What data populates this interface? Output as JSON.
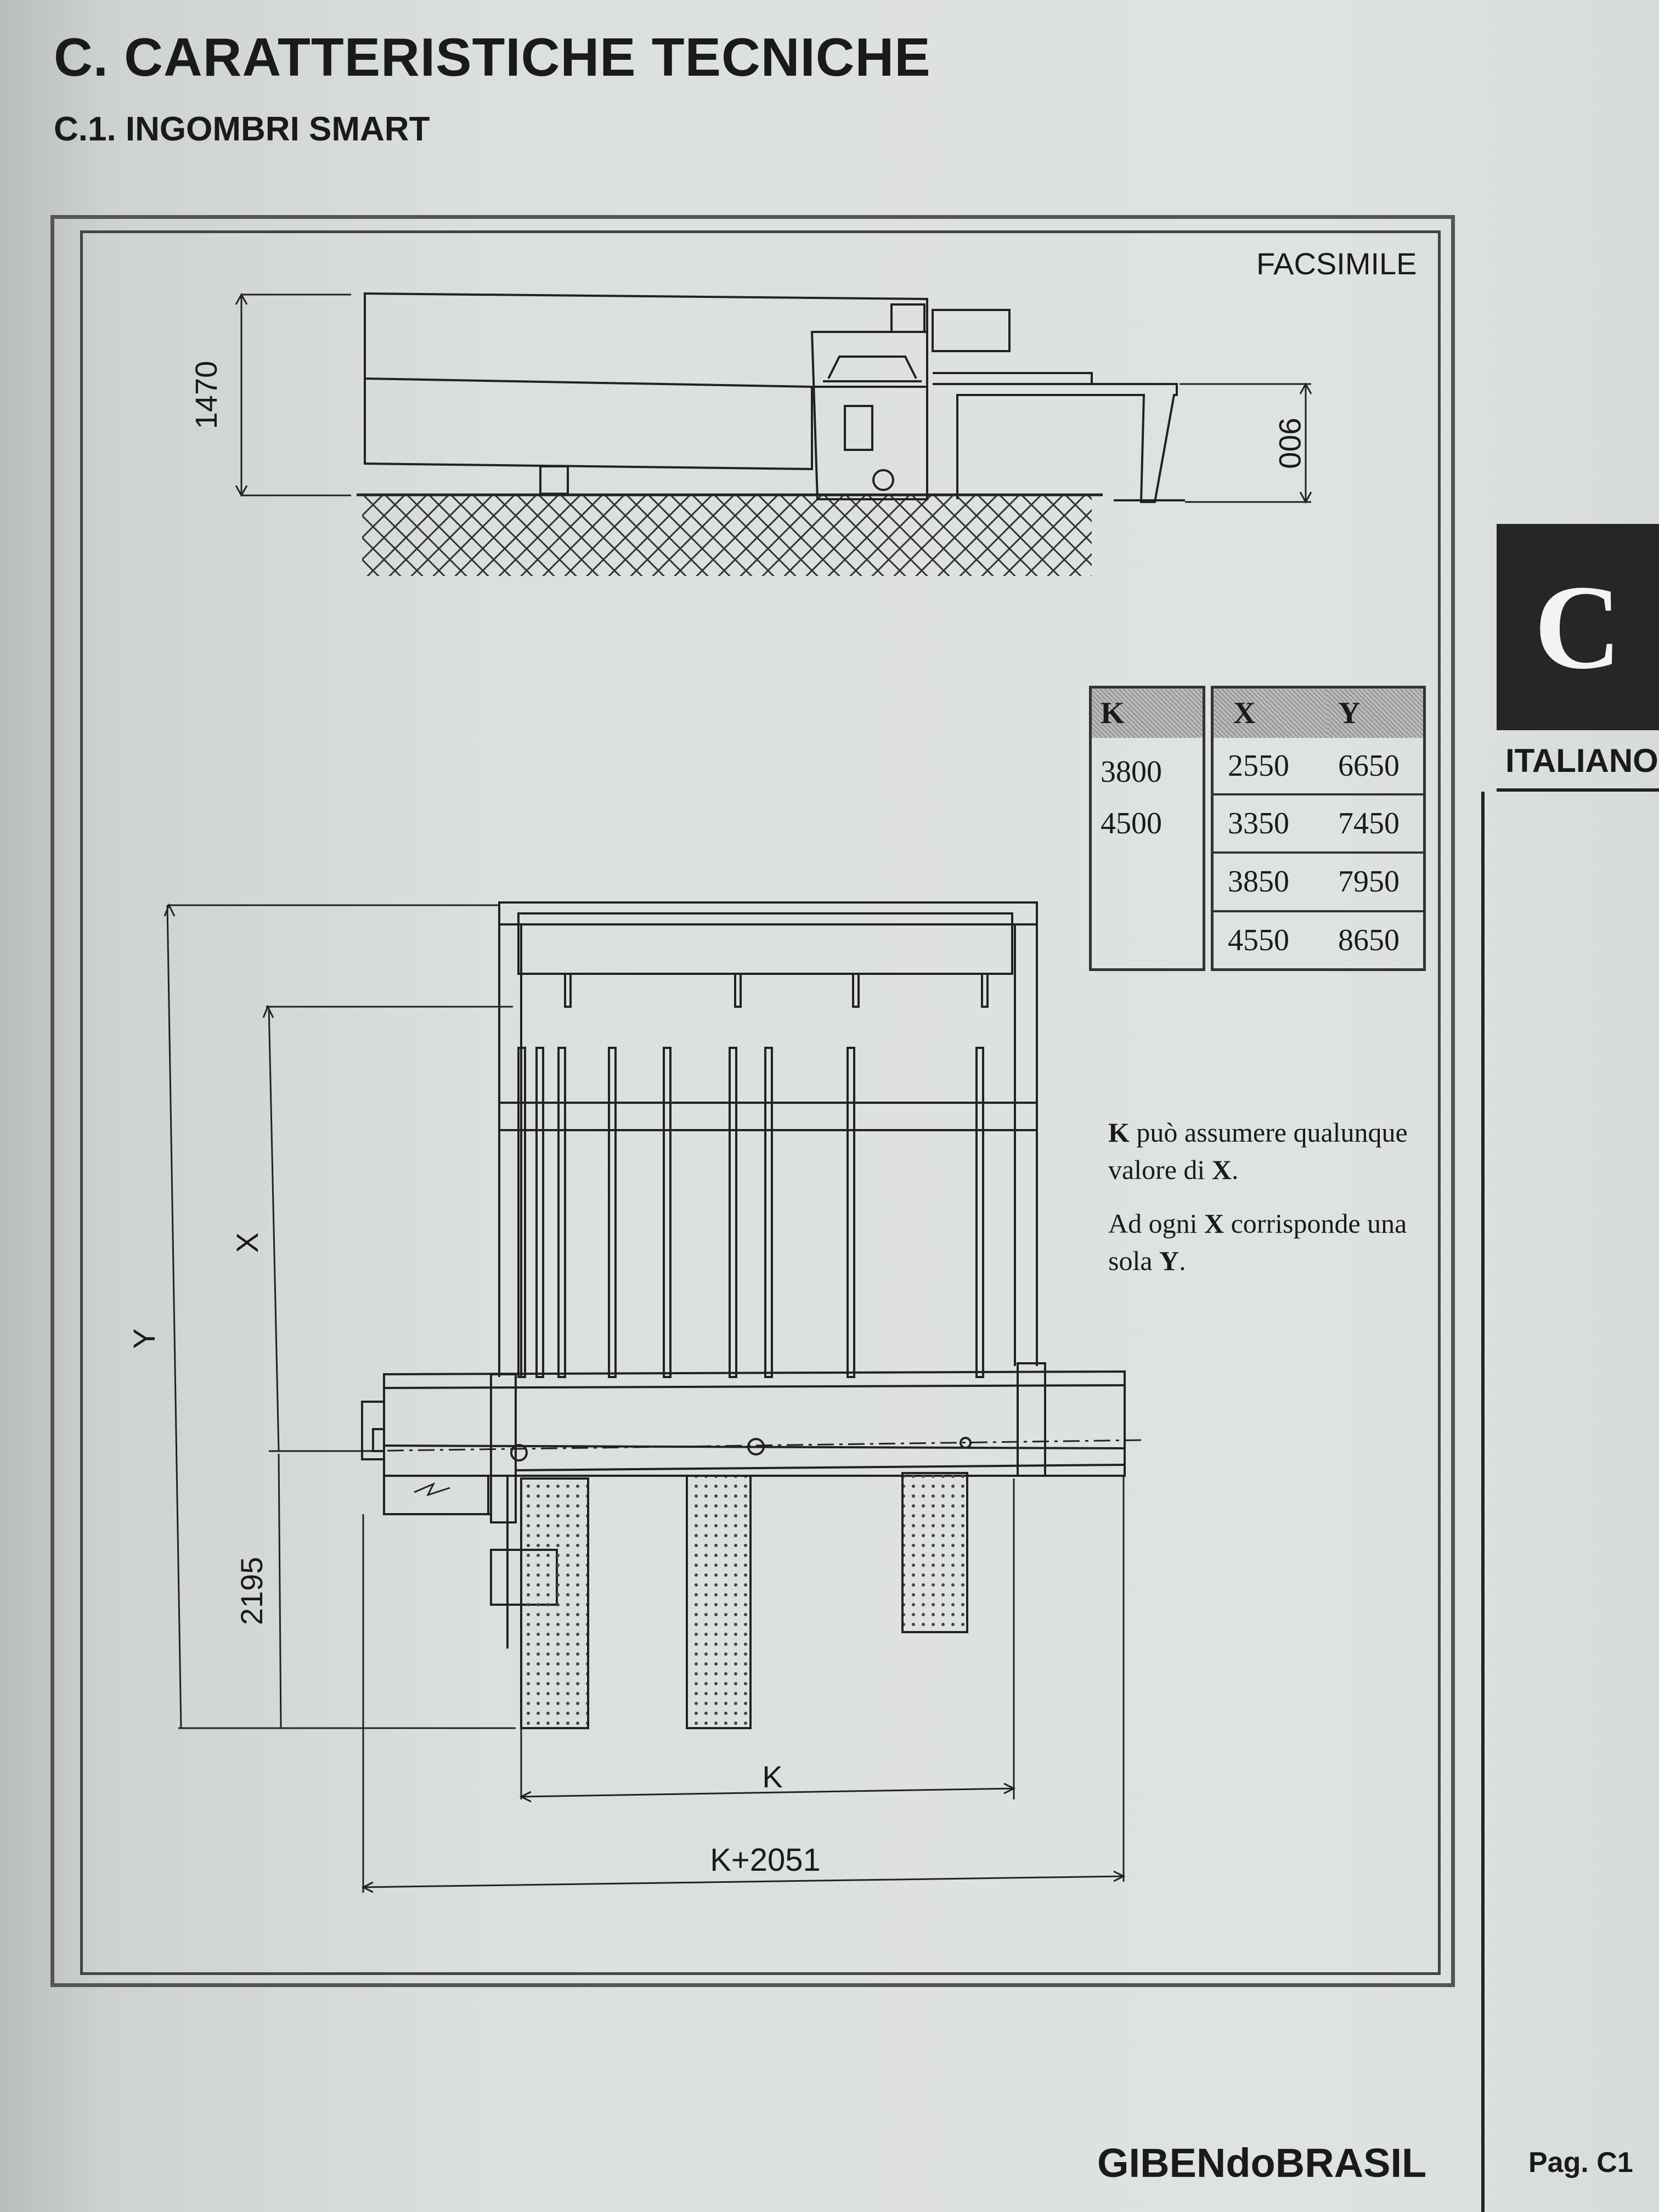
{
  "header": {
    "title": "C. CARATTERISTICHE TECNICHE",
    "subtitle": "C.1. INGOMBRI SMART"
  },
  "drawing": {
    "facsimile": "FACSIMILE",
    "dim_height_total": "1470",
    "dim_height_table": "900",
    "dim_y": "Y",
    "dim_x": "X",
    "dim_front": "2195",
    "dim_k": "K",
    "dim_k_total": "K+2051"
  },
  "table": {
    "k_header": "K",
    "k_values": [
      "3800",
      "4500"
    ],
    "x_header": "X",
    "y_header": "Y",
    "rows": [
      {
        "x": "2550",
        "y": "6650"
      },
      {
        "x": "3350",
        "y": "7450"
      },
      {
        "x": "3850",
        "y": "7950"
      },
      {
        "x": "4550",
        "y": "8650"
      }
    ]
  },
  "note": {
    "line1_bold": "K",
    "line1_rest": " può assumere qualunque valore di ",
    "line1_bold2": "X",
    "line1_end": ".",
    "line2_start": "Ad ogni ",
    "line2_bold": "X",
    "line2_mid": " corrisponde una sola ",
    "line2_bold2": "Y",
    "line2_end": "."
  },
  "sidebar": {
    "section_letter": "C",
    "language": "ITALIANO"
  },
  "footer": {
    "brand": "GIBENdoBRASIL",
    "page": "Pag. C1"
  }
}
